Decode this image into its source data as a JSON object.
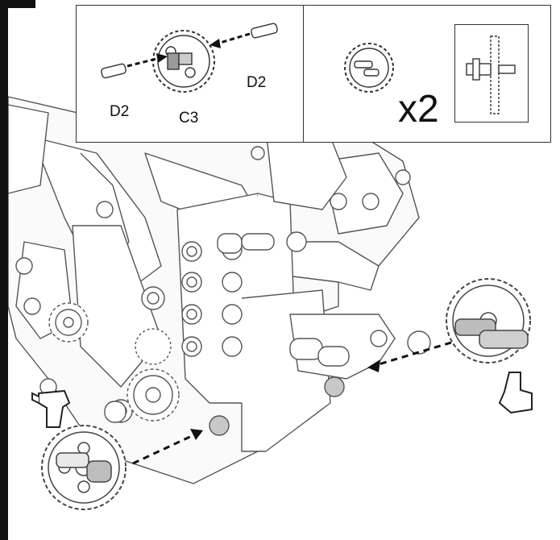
{
  "callout": {
    "part_left": "D2",
    "part_center": "C3",
    "part_right": "D2",
    "quantity": "x2"
  },
  "icons": [
    "hand-pointer-icon",
    "gear-icon",
    "axle-pin-icon",
    "arrow-icon"
  ]
}
